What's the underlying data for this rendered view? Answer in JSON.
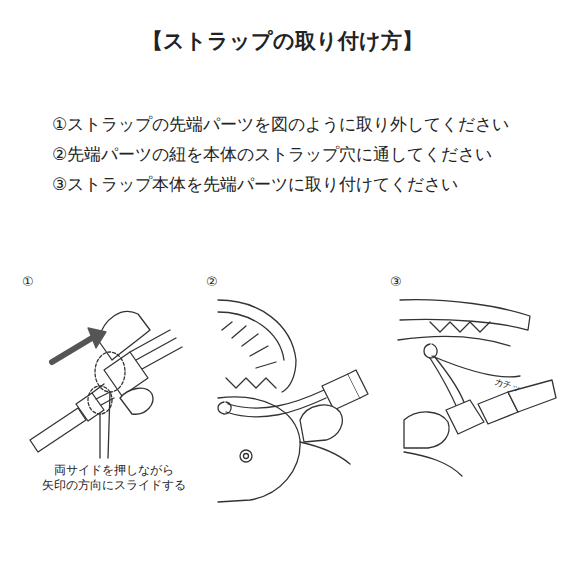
{
  "diagram": {
    "title": "【ストラップの取り付け方】",
    "labels": [
      "①ストラップの先端パーツを図のように取り外してください",
      "②先端パーツの紐を本体のストラップ穴に通してください",
      "③ストラップ本体を先端パーツに取り付けてください",
      "①",
      "②",
      "③",
      "両サイドを押しながら 矢印の方向にスライドする",
      "カチッ"
    ]
  }
}
